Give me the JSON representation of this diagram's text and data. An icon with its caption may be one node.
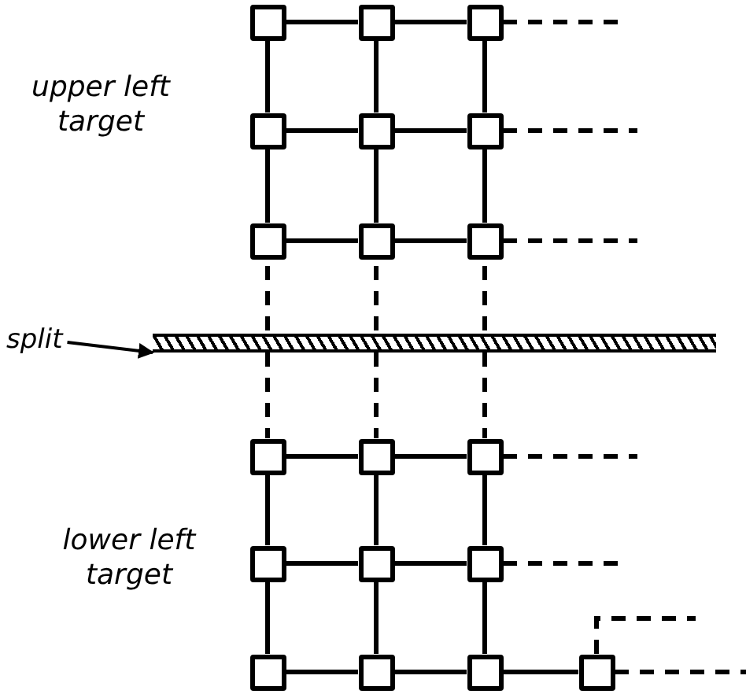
{
  "diagram": {
    "nodes": [
      {
        "text": [],
        "shape": "box"
      },
      {
        "text": [],
        "shape": "box"
      },
      {
        "text": [],
        "shape": "box"
      },
      {
        "text": [],
        "shape": "box"
      },
      {
        "text": [],
        "shape": "box"
      },
      {
        "text": [],
        "shape": "box"
      },
      {
        "text": [],
        "shape": "box"
      },
      {
        "text": [],
        "shape": "box"
      },
      {
        "text": [],
        "shape": "box"
      },
      {
        "text": [
          "split"
        ]
      },
      {
        "text": [],
        "shape": "bar"
      },
      {
        "text": [],
        "shape": "box"
      },
      {
        "text": [],
        "shape": "box"
      },
      {
        "text": [],
        "shape": "box"
      },
      {
        "text": [],
        "shape": "box"
      },
      {
        "text": [],
        "shape": "box"
      },
      {
        "text": [],
        "shape": "box"
      },
      {
        "text": [],
        "shape": "box"
      },
      {
        "text": [],
        "shape": "box"
      },
      {
        "text": [],
        "shape": "box"
      },
      {
        "text": [],
        "shape": "box"
      }
    ],
    "edges": [
      {
        "from": 0,
        "to": 1,
        "arrow": "none"
      },
      {
        "from": 1,
        "to": 2,
        "arrow": "none"
      },
      {
        "from": 2,
        "to": null,
        "arrow": "none",
        "style": "dashed"
      },
      {
        "from": 0,
        "to": 3,
        "arrow": "none"
      },
      {
        "from": 1,
        "to": 4,
        "arrow": "none"
      },
      {
        "from": 2,
        "to": 5,
        "arrow": "none"
      },
      {
        "from": 3,
        "to": 4,
        "arrow": "none"
      },
      {
        "from": 4,
        "to": 5,
        "arrow": "none"
      },
      {
        "from": 5,
        "to": null,
        "arrow": "none",
        "style": "dashed"
      },
      {
        "from": 3,
        "to": 6,
        "arrow": "none"
      },
      {
        "from": 4,
        "to": 7,
        "arrow": "none"
      },
      {
        "from": 5,
        "to": 8,
        "arrow": "none"
      },
      {
        "from": 6,
        "to": 7,
        "arrow": "none"
      },
      {
        "from": 7,
        "to": 8,
        "arrow": "none"
      },
      {
        "from": 8,
        "to": null,
        "arrow": "none",
        "style": "dashed"
      },
      {
        "from": 6,
        "to": 10,
        "arrow": "none",
        "style": "dashed"
      },
      {
        "from": 7,
        "to": 10,
        "arrow": "none",
        "style": "dashed"
      },
      {
        "from": 8,
        "to": 10,
        "arrow": "none",
        "style": "dashed"
      },
      {
        "from": 9,
        "to": 10,
        "arrow": "to"
      },
      {
        "from": 10,
        "to": 11,
        "arrow": "none",
        "style": "dashed"
      },
      {
        "from": 10,
        "to": 12,
        "arrow": "none",
        "style": "dashed"
      },
      {
        "from": 10,
        "to": 13,
        "arrow": "none",
        "style": "dashed"
      },
      {
        "from": 11,
        "to": 12,
        "arrow": "none"
      },
      {
        "from": 12,
        "to": 13,
        "arrow": "none"
      },
      {
        "from": 13,
        "to": null,
        "arrow": "none",
        "style": "dashed"
      },
      {
        "from": 11,
        "to": 14,
        "arrow": "none"
      },
      {
        "from": 12,
        "to": 15,
        "arrow": "none"
      },
      {
        "from": 13,
        "to": 16,
        "arrow": "none"
      },
      {
        "from": 14,
        "to": 15,
        "arrow": "none"
      },
      {
        "from": 15,
        "to": 16,
        "arrow": "none"
      },
      {
        "from": 16,
        "to": null,
        "arrow": "none",
        "style": "dashed"
      },
      {
        "from": 14,
        "to": 17,
        "arrow": "none"
      },
      {
        "from": 15,
        "to": 18,
        "arrow": "none"
      },
      {
        "from": 16,
        "to": 19,
        "arrow": "none"
      },
      {
        "from": 17,
        "to": 18,
        "arrow": "none"
      },
      {
        "from": 18,
        "to": 19,
        "arrow": "none"
      },
      {
        "from": 19,
        "to": 20,
        "arrow": "none"
      },
      {
        "from": 20,
        "to": null,
        "arrow": "none",
        "style": "dashed"
      },
      {
        "from": 20,
        "to": null,
        "arrow": "none",
        "style": "dashed"
      }
    ],
    "labels": [
      "upper left target",
      "lower left target"
    ]
  }
}
